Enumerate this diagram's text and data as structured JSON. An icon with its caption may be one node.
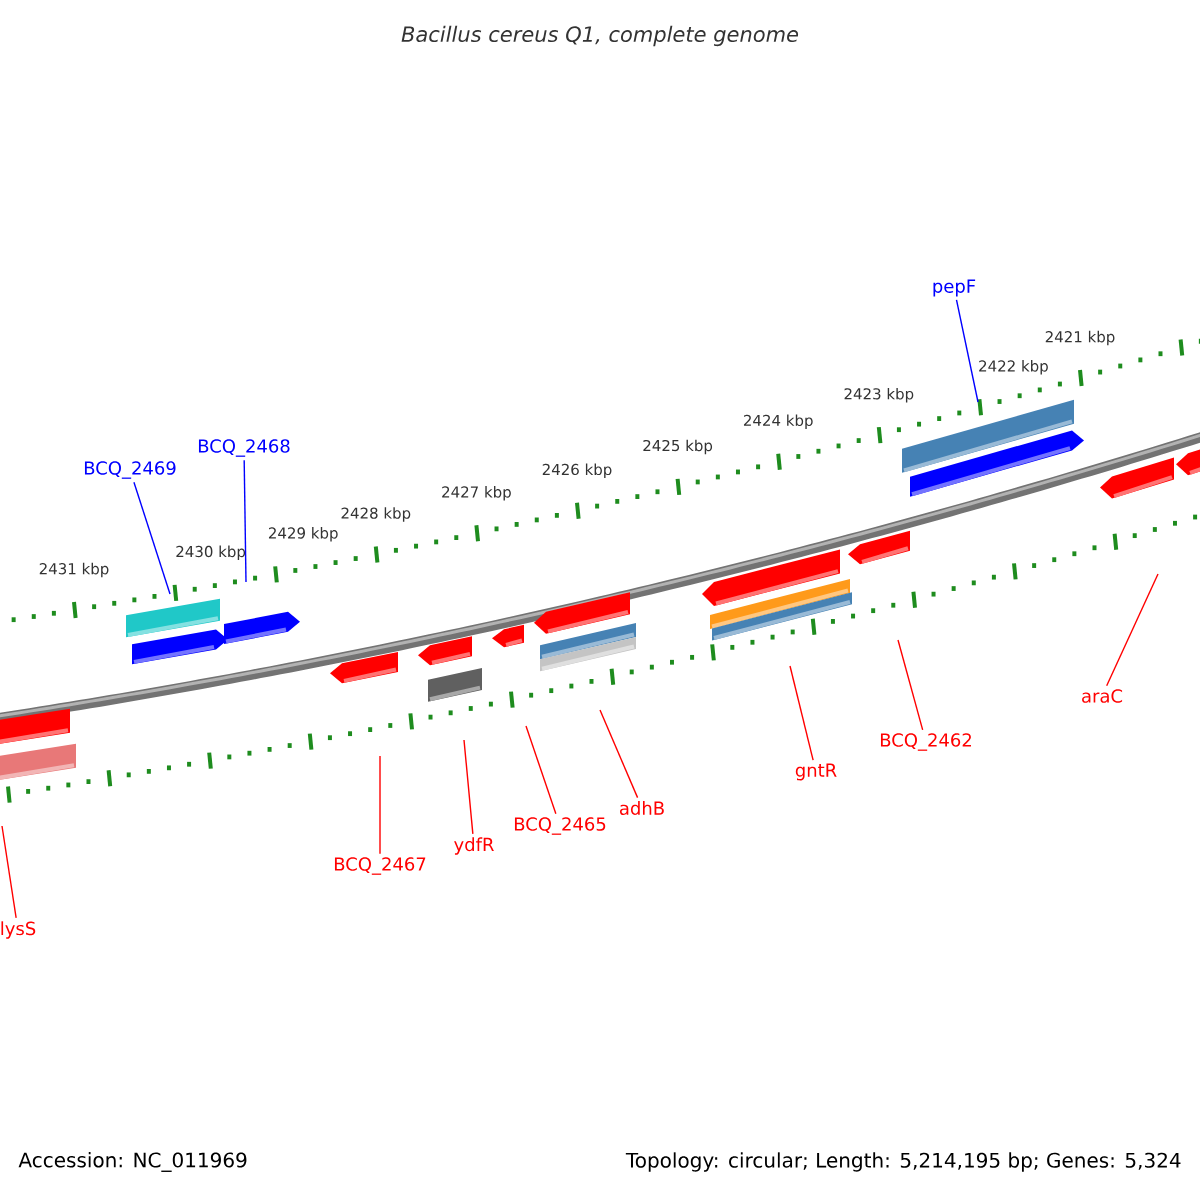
{
  "diagram": {
    "title": "Bacillus cereus Q1, complete genome",
    "nodes": [
      {
        "text": [
          "BCQ_2469"
        ]
      },
      {
        "text": [
          "BCQ_2468"
        ]
      },
      {
        "text": [
          "pepF"
        ]
      },
      {
        "text": [
          "lysS"
        ]
      },
      {
        "text": [
          "BCQ_2467"
        ]
      },
      {
        "text": [
          "ydfR"
        ]
      },
      {
        "text": [
          "BCQ_2465"
        ]
      },
      {
        "text": [
          "adhB"
        ]
      },
      {
        "text": [
          "gntR"
        ]
      },
      {
        "text": [
          "BCQ_2462"
        ]
      },
      {
        "text": [
          "araC"
        ]
      }
    ],
    "edges": [
      {
        "from": 0,
        "to": null,
        "arrow": "none",
        "color": "#0000ff"
      },
      {
        "from": 1,
        "to": null,
        "arrow": "none",
        "color": "#0000ff"
      },
      {
        "from": 2,
        "to": null,
        "arrow": "none",
        "color": "#0000ff"
      },
      {
        "from": 3,
        "to": null,
        "arrow": "none"
      },
      {
        "from": 4,
        "to": null,
        "arrow": "none"
      },
      {
        "from": 5,
        "to": null,
        "arrow": "none"
      },
      {
        "from": 6,
        "to": null,
        "arrow": "none"
      },
      {
        "from": 7,
        "to": null,
        "arrow": "none"
      },
      {
        "from": 8,
        "to": null,
        "arrow": "none"
      },
      {
        "from": 9,
        "to": null,
        "arrow": "none"
      },
      {
        "from": 10,
        "to": null,
        "arrow": "none"
      }
    ],
    "labels": [
      "2421 kbp",
      "2422 kbp",
      "2423 kbp",
      "2424 kbp",
      "2425 kbp",
      "2426 kbp",
      "2427 kbp",
      "2428 kbp",
      "2429 kbp",
      "2430 kbp",
      "2431 kbp",
      "Accession: NC_011969",
      "Topology: circular; Length: 5,214,195 bp; Genes: 5,324"
    ]
  }
}
